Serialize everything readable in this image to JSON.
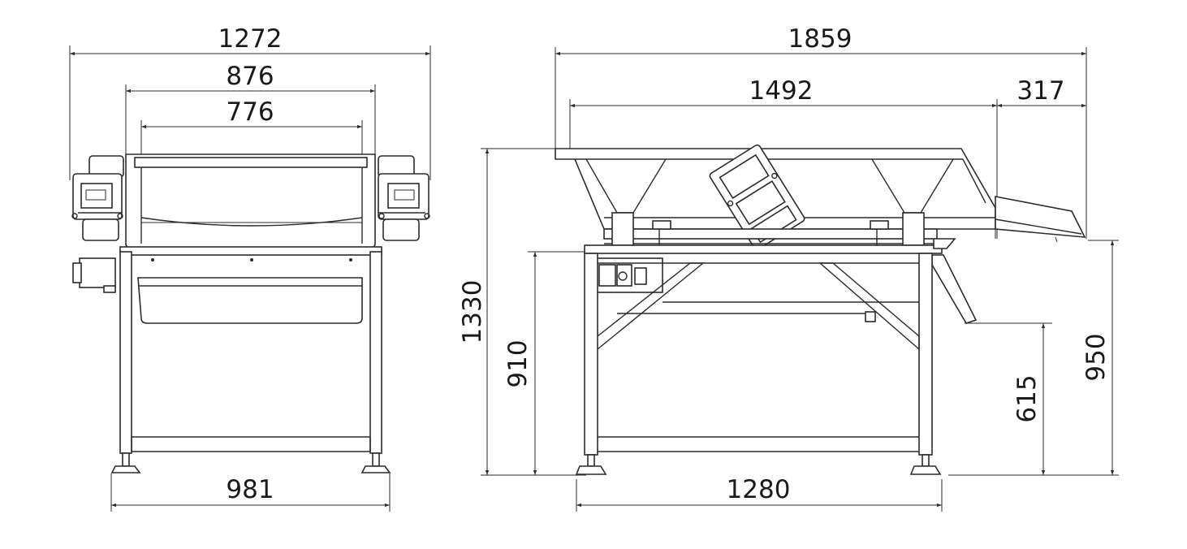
{
  "front_view": {
    "dims": {
      "overall_width": "1272",
      "hopper_outer_width": "876",
      "hopper_inner_width": "776",
      "foot_span": "981"
    }
  },
  "side_view": {
    "dims": {
      "overall_length": "1859",
      "deck_length": "1492",
      "discharge_overhang": "317",
      "overall_height": "1330",
      "frame_height": "910",
      "chute_bottom_height": "615",
      "discharge_height": "950",
      "foot_span": "1280"
    }
  },
  "colors": {
    "line": "#2b2b2b",
    "background": "#ffffff"
  }
}
